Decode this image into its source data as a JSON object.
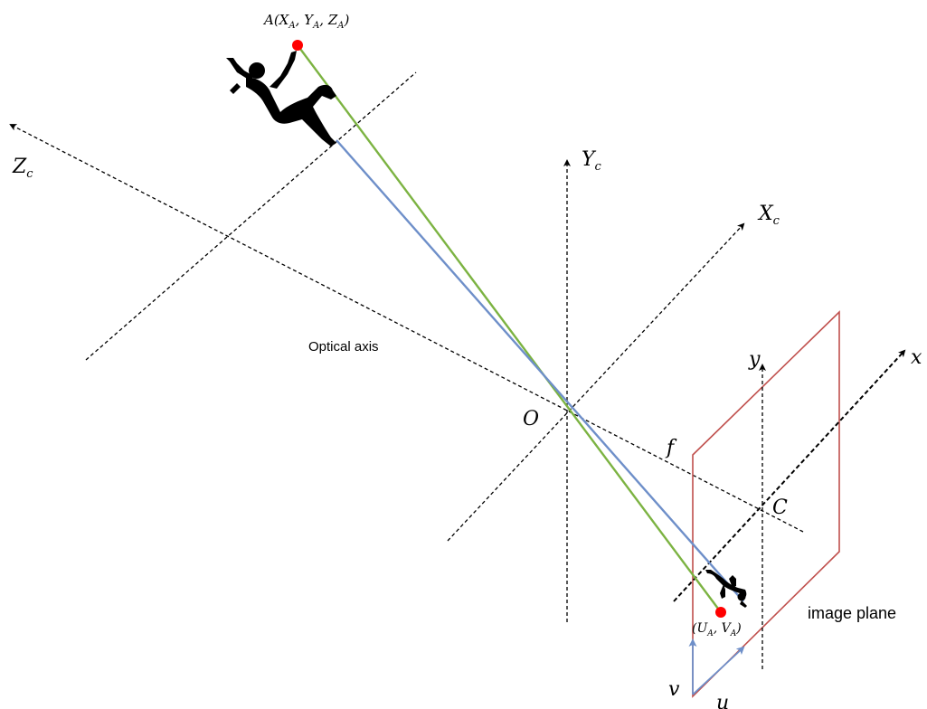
{
  "labels": {
    "point_a": "A(X_A, Y_A, Z_A)",
    "point_a_parts": {
      "prefix": "A(X",
      "s1": "A",
      "mid1": ", Y",
      "s2": "A",
      "mid2": ", Z",
      "s3": "A",
      "suffix": ")"
    },
    "zc": {
      "main": "Z",
      "sub": "c"
    },
    "yc": {
      "main": "Y",
      "sub": "c"
    },
    "xc": {
      "main": "X",
      "sub": "c"
    },
    "optical_axis": "Optical axis",
    "origin": "O",
    "focal_length": "f",
    "principal_point": "C",
    "image_x": "x",
    "image_y": "y",
    "image_u": "u",
    "image_v": "v",
    "point_img": "(U_A, V_A)",
    "point_img_parts": {
      "prefix": "(U",
      "s1": "A",
      "mid": ", V",
      "s2": "A",
      "suffix": ")"
    },
    "image_plane": "image plane"
  },
  "colors": {
    "green_ray": "#7cb342",
    "blue_ray": "#6e8fc9",
    "plane": "#c0504d",
    "point": "#ff0000",
    "uv_axes": "#6e8fc9"
  },
  "icons": {
    "falling_person": "falling-person-icon",
    "falling_person_small": "falling-person-small-icon"
  }
}
